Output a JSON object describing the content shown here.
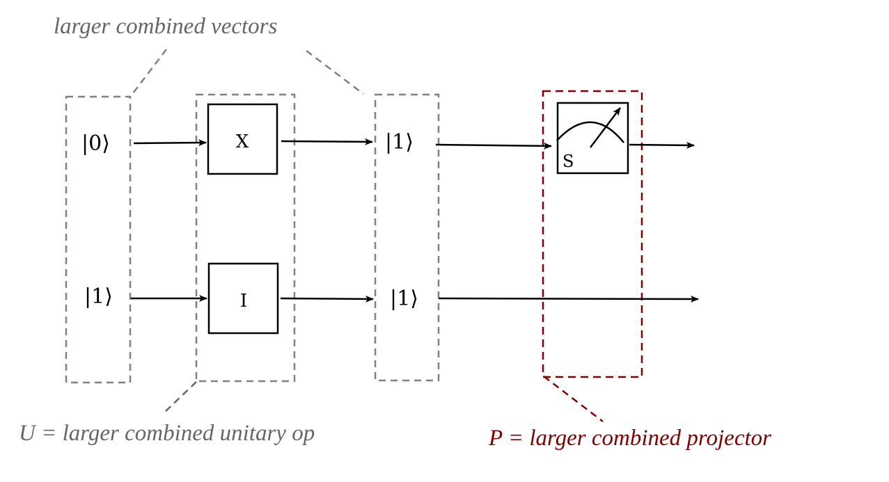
{
  "colors": {
    "gray": "#808080",
    "label_gray": "#666666",
    "dark_red": "#800000",
    "black": "#000000"
  },
  "annotations": {
    "vectors": "larger combined vectors",
    "unitary": "U = larger combined unitary op",
    "projector": "P = larger combined projector"
  },
  "input_states": [
    "|0⟩",
    "|1⟩"
  ],
  "gates": [
    "X",
    "I"
  ],
  "output_states": [
    "|1⟩",
    "|1⟩"
  ],
  "measurement": {
    "label": "S"
  }
}
